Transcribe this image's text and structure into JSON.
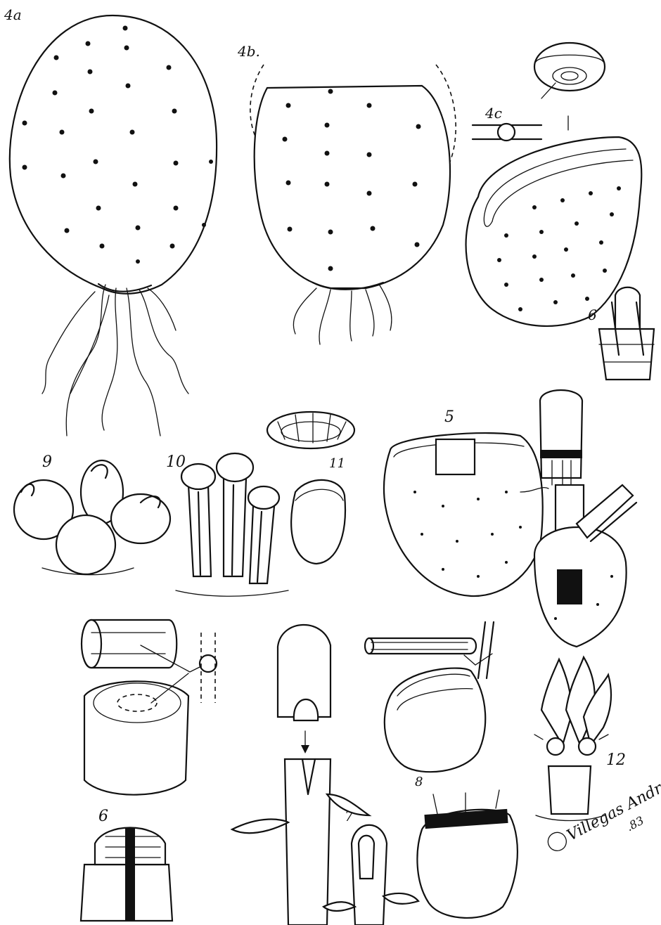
{
  "figure_labels": {
    "fig_4a": "4a",
    "fig_4b": "4b.",
    "fig_4c": "4c",
    "fig_5": "5",
    "fig_6_top": "6",
    "fig_6_bottom": "6",
    "fig_7": "7",
    "fig_8": "8",
    "fig_9": "9",
    "fig_10": "10",
    "fig_11": "11",
    "fig_12": "12"
  },
  "signature": {
    "text": "Villegas Andrey",
    "year": ".83"
  },
  "colors": {
    "ink": "#111111",
    "paper": "#ffffff"
  }
}
